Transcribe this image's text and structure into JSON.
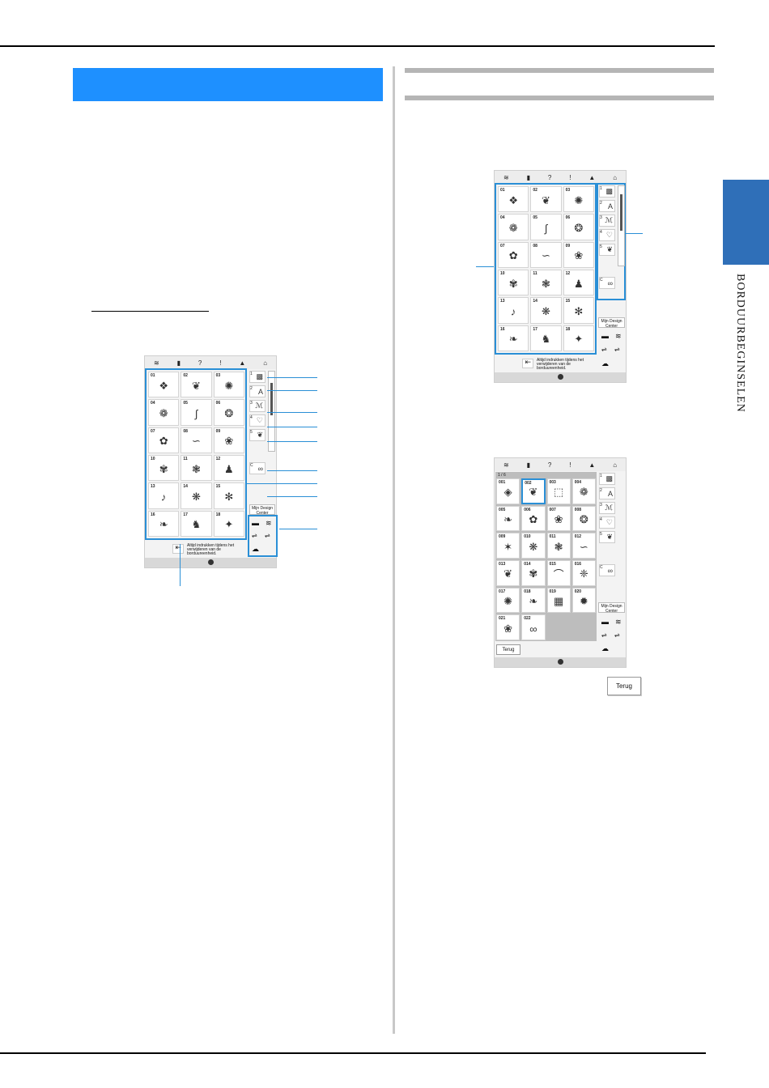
{
  "side_tab": {
    "label": "BORDUURBEGINSELEN",
    "color": "#2f6fb8"
  },
  "accent_color": "#1e90ff",
  "screen": {
    "pattern_numbers": [
      "01",
      "02",
      "03",
      "04",
      "05",
      "06",
      "07",
      "08",
      "09",
      "10",
      "11",
      "12",
      "13",
      "14",
      "15",
      "16",
      "17",
      "18"
    ],
    "category_tabs": [
      "1",
      "2",
      "3",
      "4",
      "5",
      "C"
    ],
    "mdc_button": "Mijn Design Center",
    "notice": "Altijd indrukken tijdens het verwijderen van de borduureenheid."
  },
  "screen2": {
    "page": "1 / 6",
    "pattern_numbers": [
      "001",
      "002",
      "003",
      "004",
      "005",
      "006",
      "007",
      "008",
      "009",
      "010",
      "011",
      "012",
      "013",
      "014",
      "015",
      "016",
      "017",
      "018",
      "019",
      "020",
      "021",
      "022"
    ],
    "back_button": "Terug"
  },
  "back_button_large": "Terug"
}
